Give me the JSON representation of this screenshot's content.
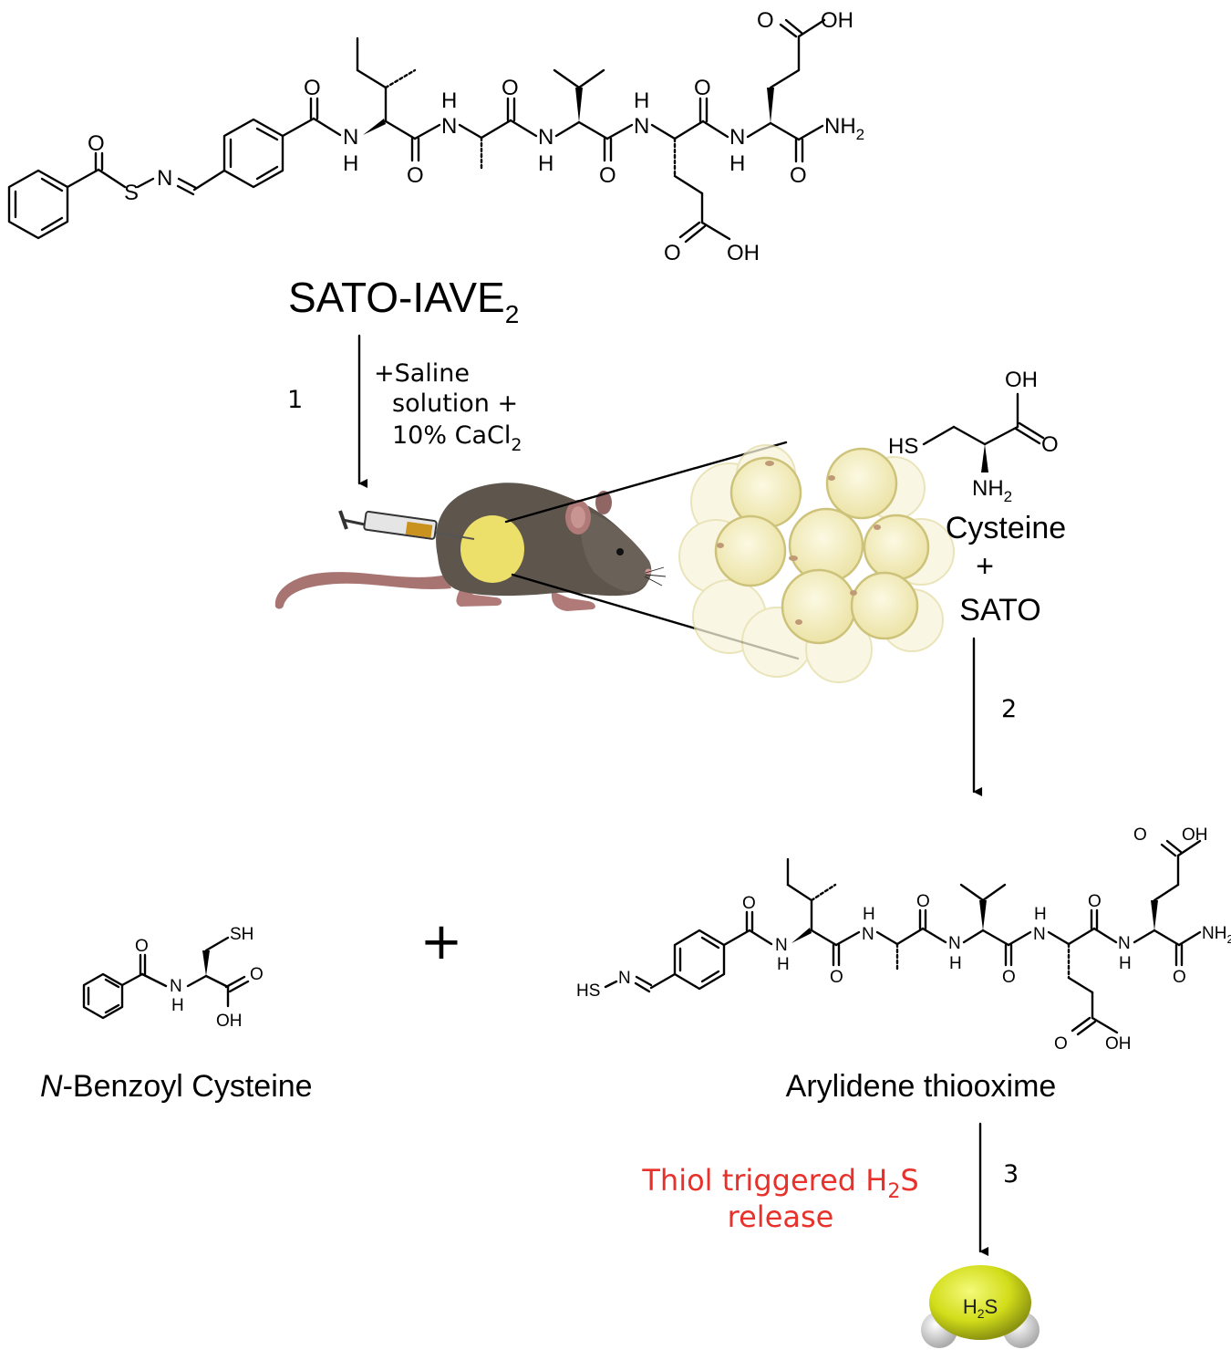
{
  "compounds": {
    "sato": {
      "name": "SATO-IAVE",
      "subscript": "2"
    },
    "cysteine": {
      "name": "Cysteine"
    },
    "plus_sato": {
      "plus": "+",
      "name": "SATO"
    },
    "benzoyl_cysteine": {
      "prefix": "N",
      "name": "-Benzoyl Cysteine"
    },
    "thiooxime": {
      "name": "Arylidene thiooxime"
    },
    "main_plus": "+"
  },
  "steps": [
    {
      "number": "1",
      "conditions": [
        "+Saline",
        "solution +",
        "10% CaCl"
      ],
      "conditions_subscript": "2"
    },
    {
      "number": "2"
    },
    {
      "number": "3",
      "note_line1": "Thiol triggered H",
      "note_sub": "2",
      "note_tail": "S",
      "note_line2": "release"
    }
  ],
  "product": {
    "label": "H",
    "sub": "2",
    "tail": "S"
  },
  "atoms": {
    "oh": "OH",
    "o": "O",
    "n": "N",
    "h": "H",
    "s": "S",
    "hs": "HS",
    "sh": "SH",
    "nh2": "NH",
    "two": "2"
  },
  "colors": {
    "ink": "#000000",
    "note_red": "#e8312a",
    "mouse_body": "#5e554d",
    "mouse_dark": "#463f39",
    "mouse_pink": "#b07a78",
    "tissue_fill": "#f2eec4",
    "tissue_edge": "#cdc27a",
    "implant": "#ede06a",
    "h2s_sulfur": "#d8e21f",
    "h2s_hydrogen": "#e8e8e8"
  }
}
